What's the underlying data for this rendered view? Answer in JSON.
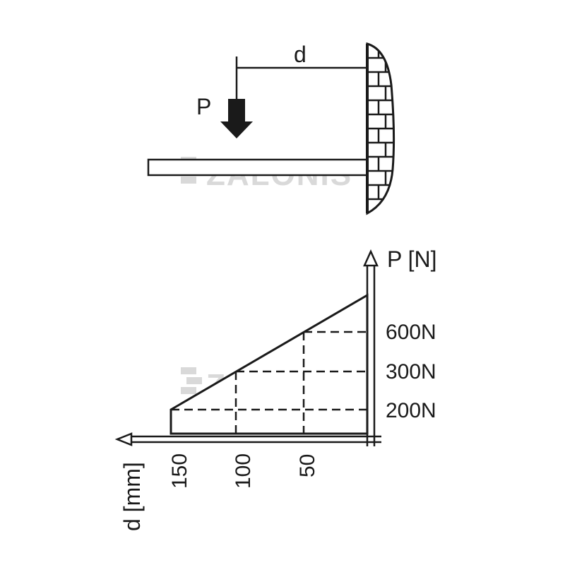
{
  "diagram": {
    "distance_label": "d",
    "force_label": "P",
    "watermark": "ZALONIS"
  },
  "chart_data": {
    "type": "area",
    "xlabel": "d [mm]",
    "ylabel": "P [N]",
    "x_ticks": [
      "150",
      "100",
      "50"
    ],
    "y_ticks": [
      "200N",
      "300N",
      "600N"
    ],
    "x_direction": "reversed",
    "grid": "dashed",
    "x": [
      150,
      100,
      50
    ],
    "y_ticks_values": [
      200,
      300,
      600
    ]
  }
}
